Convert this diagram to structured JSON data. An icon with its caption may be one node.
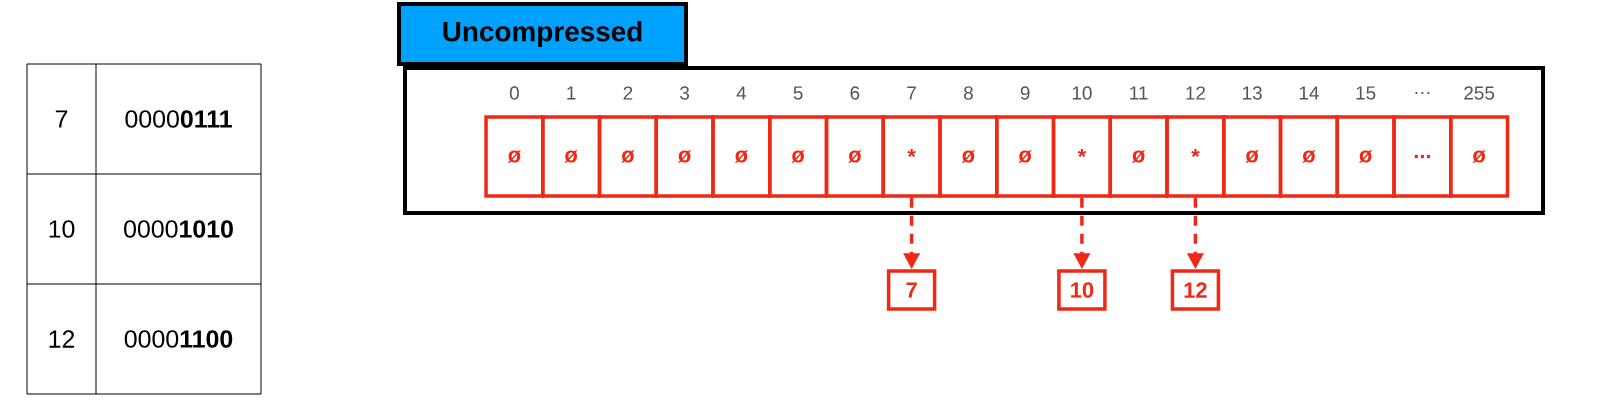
{
  "diagram": {
    "nodes": [
      {
        "text": [
          "Uncompressed"
        ]
      },
      {
        "text": [
          "ø"
        ],
        "beside": [
          "0"
        ],
        "in": 0
      },
      {
        "text": [
          "ø"
        ],
        "beside": [
          "1"
        ],
        "in": 0
      },
      {
        "text": [
          "ø"
        ],
        "beside": [
          "2"
        ],
        "in": 0
      },
      {
        "text": [
          "ø"
        ],
        "beside": [
          "3"
        ],
        "in": 0
      },
      {
        "text": [
          "ø"
        ],
        "beside": [
          "4"
        ],
        "in": 0
      },
      {
        "text": [
          "ø"
        ],
        "beside": [
          "5"
        ],
        "in": 0
      },
      {
        "text": [
          "ø"
        ],
        "beside": [
          "6"
        ],
        "in": 0
      },
      {
        "text": [
          "*"
        ],
        "beside": [
          "7"
        ],
        "in": 0
      },
      {
        "text": [
          "ø"
        ],
        "beside": [
          "8"
        ],
        "in": 0
      },
      {
        "text": [
          "ø"
        ],
        "beside": [
          "9"
        ],
        "in": 0
      },
      {
        "text": [
          "*"
        ],
        "beside": [
          "10"
        ],
        "in": 0
      },
      {
        "text": [
          "ø"
        ],
        "beside": [
          "11"
        ],
        "in": 0
      },
      {
        "text": [
          "*"
        ],
        "beside": [
          "12"
        ],
        "in": 0
      },
      {
        "text": [
          "ø"
        ],
        "beside": [
          "13"
        ],
        "in": 0
      },
      {
        "text": [
          "ø"
        ],
        "beside": [
          "14"
        ],
        "in": 0
      },
      {
        "text": [
          "ø"
        ],
        "beside": [
          "15"
        ],
        "in": 0
      },
      {
        "text": [
          "..."
        ],
        "beside": [
          "…"
        ],
        "in": 0
      },
      {
        "text": [
          "ø"
        ],
        "beside": [
          "255"
        ],
        "in": 0
      },
      {
        "text": [
          "7"
        ]
      },
      {
        "text": [
          "10"
        ]
      },
      {
        "text": [
          "12"
        ]
      }
    ],
    "edges": [
      {
        "from": 8,
        "to": 19,
        "arrow": "to",
        "style": "dashed"
      },
      {
        "from": 11,
        "to": 20,
        "arrow": "to",
        "style": "dashed"
      },
      {
        "from": 13,
        "to": 21,
        "arrow": "to",
        "style": "dashed"
      }
    ],
    "labels": [
      "7",
      "0000**0111**",
      "10",
      "0000**1010**",
      "12",
      "0000**1100**"
    ]
  }
}
